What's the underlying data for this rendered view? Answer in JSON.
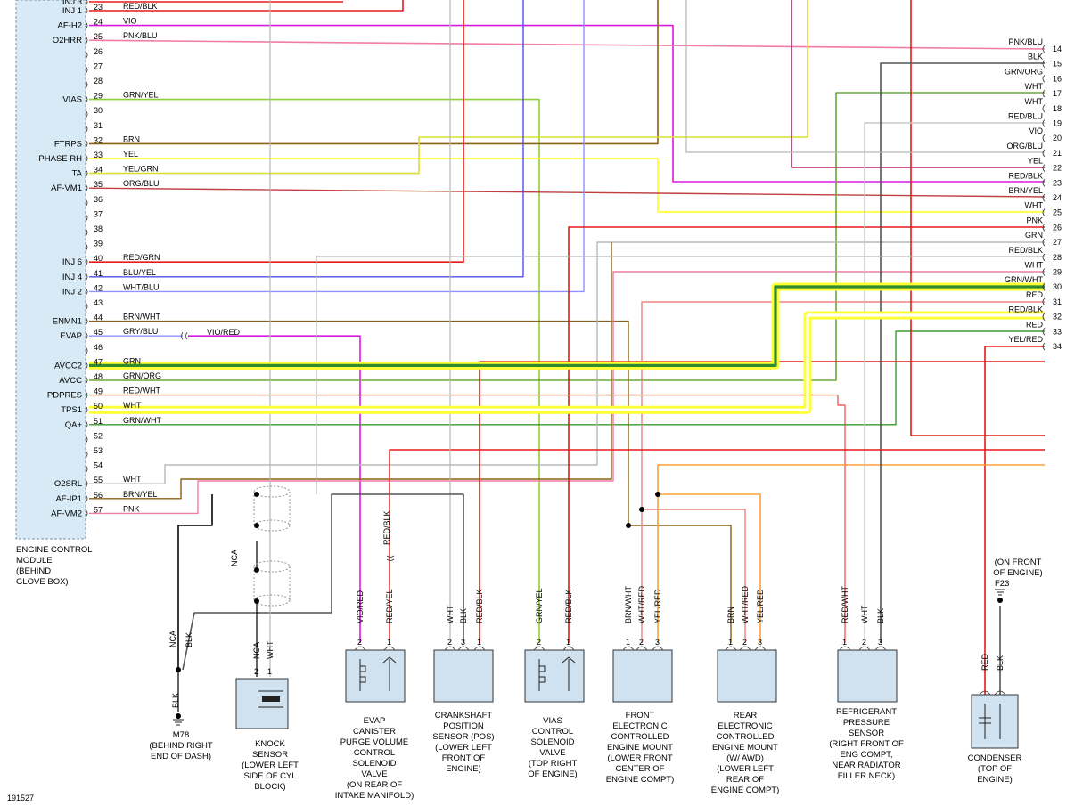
{
  "ecm": {
    "label_lines": [
      "ENGINE CONTROL",
      "MODULE",
      "(BEHIND",
      "GLOVE BOX)"
    ],
    "pins": [
      {
        "pin": "23",
        "name": "INJ 1",
        "wire": "RED/BLK"
      },
      {
        "pin": "24",
        "name": "AF-H2",
        "wire": "VIO"
      },
      {
        "pin": "25",
        "name": "O2HRR",
        "wire": "PNK/BLU"
      },
      {
        "pin": "26",
        "name": "",
        "wire": ""
      },
      {
        "pin": "27",
        "name": "",
        "wire": ""
      },
      {
        "pin": "28",
        "name": "",
        "wire": ""
      },
      {
        "pin": "29",
        "name": "VIAS",
        "wire": "GRN/YEL"
      },
      {
        "pin": "30",
        "name": "",
        "wire": ""
      },
      {
        "pin": "31",
        "name": "",
        "wire": ""
      },
      {
        "pin": "32",
        "name": "FTRPS",
        "wire": "BRN"
      },
      {
        "pin": "33",
        "name": "PHASE RH",
        "wire": "YEL"
      },
      {
        "pin": "34",
        "name": "TA",
        "wire": "YEL/GRN"
      },
      {
        "pin": "35",
        "name": "AF-VM1",
        "wire": "ORG/BLU"
      },
      {
        "pin": "36",
        "name": "",
        "wire": ""
      },
      {
        "pin": "37",
        "name": "",
        "wire": ""
      },
      {
        "pin": "38",
        "name": "",
        "wire": ""
      },
      {
        "pin": "39",
        "name": "",
        "wire": ""
      },
      {
        "pin": "40",
        "name": "INJ 6",
        "wire": "RED/GRN"
      },
      {
        "pin": "41",
        "name": "INJ 4",
        "wire": "BLU/YEL"
      },
      {
        "pin": "42",
        "name": "INJ 2",
        "wire": "WHT/BLU"
      },
      {
        "pin": "43",
        "name": "",
        "wire": ""
      },
      {
        "pin": "44",
        "name": "ENMN1",
        "wire": "BRN/WHT"
      },
      {
        "pin": "45",
        "name": "EVAP",
        "wire": "GRY/BLU"
      },
      {
        "pin": "46",
        "name": "",
        "wire": ""
      },
      {
        "pin": "47",
        "name": "AVCC2",
        "wire": "GRN"
      },
      {
        "pin": "48",
        "name": "AVCC",
        "wire": "GRN/ORG"
      },
      {
        "pin": "49",
        "name": "PDPRES",
        "wire": "RED/WHT"
      },
      {
        "pin": "50",
        "name": "TPS1",
        "wire": "WHT"
      },
      {
        "pin": "51",
        "name": "QA+",
        "wire": "GRN/WHT"
      },
      {
        "pin": "52",
        "name": "",
        "wire": ""
      },
      {
        "pin": "53",
        "name": "",
        "wire": ""
      },
      {
        "pin": "54",
        "name": "",
        "wire": ""
      },
      {
        "pin": "55",
        "name": "O2SRL",
        "wire": "WHT"
      },
      {
        "pin": "56",
        "name": "AF-IP1",
        "wire": "BRN/YEL"
      },
      {
        "pin": "57",
        "name": "AF-VM2",
        "wire": "PNK"
      }
    ],
    "partial_top_label": "INJ 3",
    "inline_connector_wire": "VIO/RED"
  },
  "right_connector": {
    "pins": [
      {
        "pin": "14",
        "wire": "PNK/BLU"
      },
      {
        "pin": "15",
        "wire": "BLK"
      },
      {
        "pin": "16",
        "wire": "GRN/ORG"
      },
      {
        "pin": "17",
        "wire": "WHT"
      },
      {
        "pin": "18",
        "wire": "WHT"
      },
      {
        "pin": "19",
        "wire": "RED/BLU"
      },
      {
        "pin": "20",
        "wire": "VIO"
      },
      {
        "pin": "21",
        "wire": "ORG/BLU"
      },
      {
        "pin": "22",
        "wire": "YEL"
      },
      {
        "pin": "23",
        "wire": "RED/BLK"
      },
      {
        "pin": "24",
        "wire": "BRN/YEL"
      },
      {
        "pin": "25",
        "wire": "WHT"
      },
      {
        "pin": "26",
        "wire": "PNK"
      },
      {
        "pin": "27",
        "wire": "GRN"
      },
      {
        "pin": "28",
        "wire": "RED/BLK"
      },
      {
        "pin": "29",
        "wire": "WHT"
      },
      {
        "pin": "30",
        "wire": "GRN/WHT"
      },
      {
        "pin": "31",
        "wire": "RED"
      },
      {
        "pin": "32",
        "wire": "RED/BLK"
      },
      {
        "pin": "33",
        "wire": "RED"
      },
      {
        "pin": "34",
        "wire": "YEL/RED"
      }
    ]
  },
  "components": [
    {
      "id": "m78",
      "label_lines": [
        "M78",
        "(BEHIND RIGHT",
        "END OF DASH)"
      ],
      "wires": [
        "NCA",
        "BLK",
        "BLK"
      ]
    },
    {
      "id": "knock",
      "label_lines": [
        "KNOCK",
        "SENSOR",
        "(LOWER LEFT",
        "SIDE OF CYL",
        "BLOCK)"
      ],
      "pins": [
        "2",
        "1"
      ],
      "wires": [
        "NCA",
        "WHT"
      ]
    },
    {
      "id": "evap",
      "label_lines": [
        "EVAP",
        "CANISTER",
        "PURGE VOLUME",
        "CONTROL",
        "SOLENOID",
        "VALVE",
        "(ON REAR OF",
        "INTAKE MANIFOLD)"
      ],
      "pins": [
        "2",
        "1"
      ],
      "wires": [
        "VIO/RED",
        "RED/YEL"
      ],
      "extra_wire": "RED/BLK"
    },
    {
      "id": "ckp",
      "label_lines": [
        "CRANKSHAFT",
        "POSITION",
        "SENSOR (POS)",
        "(LOWER LEFT",
        "FRONT OF",
        "ENGINE)"
      ],
      "pins": [
        "2",
        "3",
        "1"
      ],
      "wires": [
        "WHT",
        "BLK",
        "RED/BLK"
      ]
    },
    {
      "id": "vias",
      "label_lines": [
        "VIAS",
        "CONTROL",
        "SOLENOID",
        "VALVE",
        "(TOP RIGHT",
        "OF ENGINE)"
      ],
      "pins": [
        "2",
        "1"
      ],
      "wires": [
        "GRN/YEL",
        "RED/BLK"
      ]
    },
    {
      "id": "femount",
      "label_lines": [
        "FRONT",
        "ELECTRONIC",
        "CONTROLLED",
        "ENGINE MOUNT",
        "(LOWER FRONT",
        "CENTER OF",
        "ENGINE COMPT)"
      ],
      "pins": [
        "1",
        "2",
        "3"
      ],
      "wires": [
        "BRN/WHT",
        "WHT/RED",
        "YEL/RED"
      ]
    },
    {
      "id": "remount",
      "label_lines": [
        "REAR",
        "ELECTRONIC",
        "CONTROLLED",
        "ENGINE MOUNT",
        "(W/ AWD)",
        "(LOWER LEFT",
        "REAR OF",
        "ENGINE COMPT)"
      ],
      "pins": [
        "1",
        "2",
        "3"
      ],
      "wires": [
        "BRN",
        "WHT/RED",
        "YEL/RED"
      ]
    },
    {
      "id": "refrig",
      "label_lines": [
        "REFRIGERANT",
        "PRESSURE",
        "SENSOR",
        "(RIGHT FRONT OF",
        "ENG COMPT,",
        "NEAR RADIATOR",
        "FILLER NECK)"
      ],
      "pins": [
        "1",
        "2",
        "3"
      ],
      "wires": [
        "RED/WHT",
        "WHT",
        "BLK"
      ]
    },
    {
      "id": "condenser",
      "label_lines": [
        "CONDENSER",
        "(TOP OF",
        "ENGINE)"
      ],
      "wires": [
        "RED",
        "BLK"
      ]
    },
    {
      "id": "f23",
      "label_lines": [
        "(ON FRONT",
        "OF ENGINE)",
        "F23"
      ]
    }
  ],
  "nca_labels": [
    "NCA"
  ],
  "figure_number": "191527",
  "colors": {
    "red": "#e8191c",
    "grn": "#3a9b2e",
    "yel": "#ffff33",
    "vio": "#d81adf",
    "pnk": "#f07ca8",
    "brn": "#8a6012",
    "blu": "#5050e0",
    "gry": "#b8b8b8",
    "org": "#ffa030",
    "blk": "#555555",
    "wht": "#c8c8c8",
    "highlight": "#ffff33",
    "ecm_fill": "#d7eaf5",
    "comp_fill": "#d0e2f0"
  }
}
